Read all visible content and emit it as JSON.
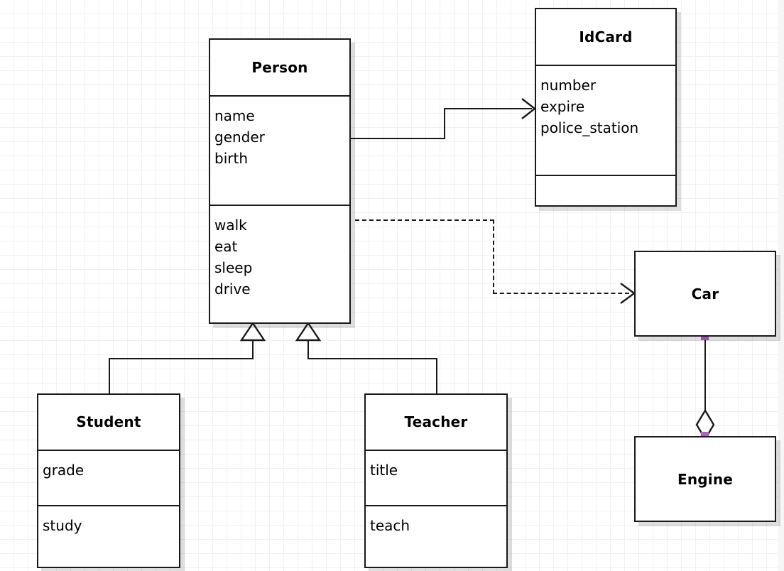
{
  "diagram": {
    "kind": "uml-class-diagram",
    "background": "#ffffff",
    "grid_color": "#f1f1f1",
    "line_color": "#1a1a1a",
    "handle_color": "#b061c4"
  },
  "classes": {
    "person": {
      "name": "Person",
      "attributes": [
        "name",
        "gender",
        "birth"
      ],
      "methods": [
        "walk",
        "eat",
        "sleep",
        "drive"
      ]
    },
    "idcard": {
      "name": "IdCard",
      "attributes": [
        "number",
        "expire",
        "police_station"
      ],
      "methods": []
    },
    "student": {
      "name": "Student",
      "attributes": [
        "grade"
      ],
      "methods": [
        "study"
      ]
    },
    "teacher": {
      "name": "Teacher",
      "attributes": [
        "title"
      ],
      "methods": [
        "teach"
      ]
    },
    "car": {
      "name": "Car"
    },
    "engine": {
      "name": "Engine"
    }
  },
  "relations": [
    {
      "id": "person-idcard",
      "type": "association",
      "from": "Person",
      "to": "IdCard",
      "style": "solid",
      "head": "open-arrow"
    },
    {
      "id": "person-car",
      "type": "dependency",
      "from": "Person",
      "to": "Car",
      "style": "dashed",
      "head": "open-arrow"
    },
    {
      "id": "student-person",
      "type": "generalization",
      "from": "Student",
      "to": "Person",
      "style": "solid",
      "head": "hollow-triangle"
    },
    {
      "id": "teacher-person",
      "type": "generalization",
      "from": "Teacher",
      "to": "Person",
      "style": "solid",
      "head": "hollow-triangle"
    },
    {
      "id": "car-engine",
      "type": "aggregation",
      "from": "Engine",
      "to": "Car",
      "style": "solid",
      "head": "hollow-diamond"
    }
  ]
}
